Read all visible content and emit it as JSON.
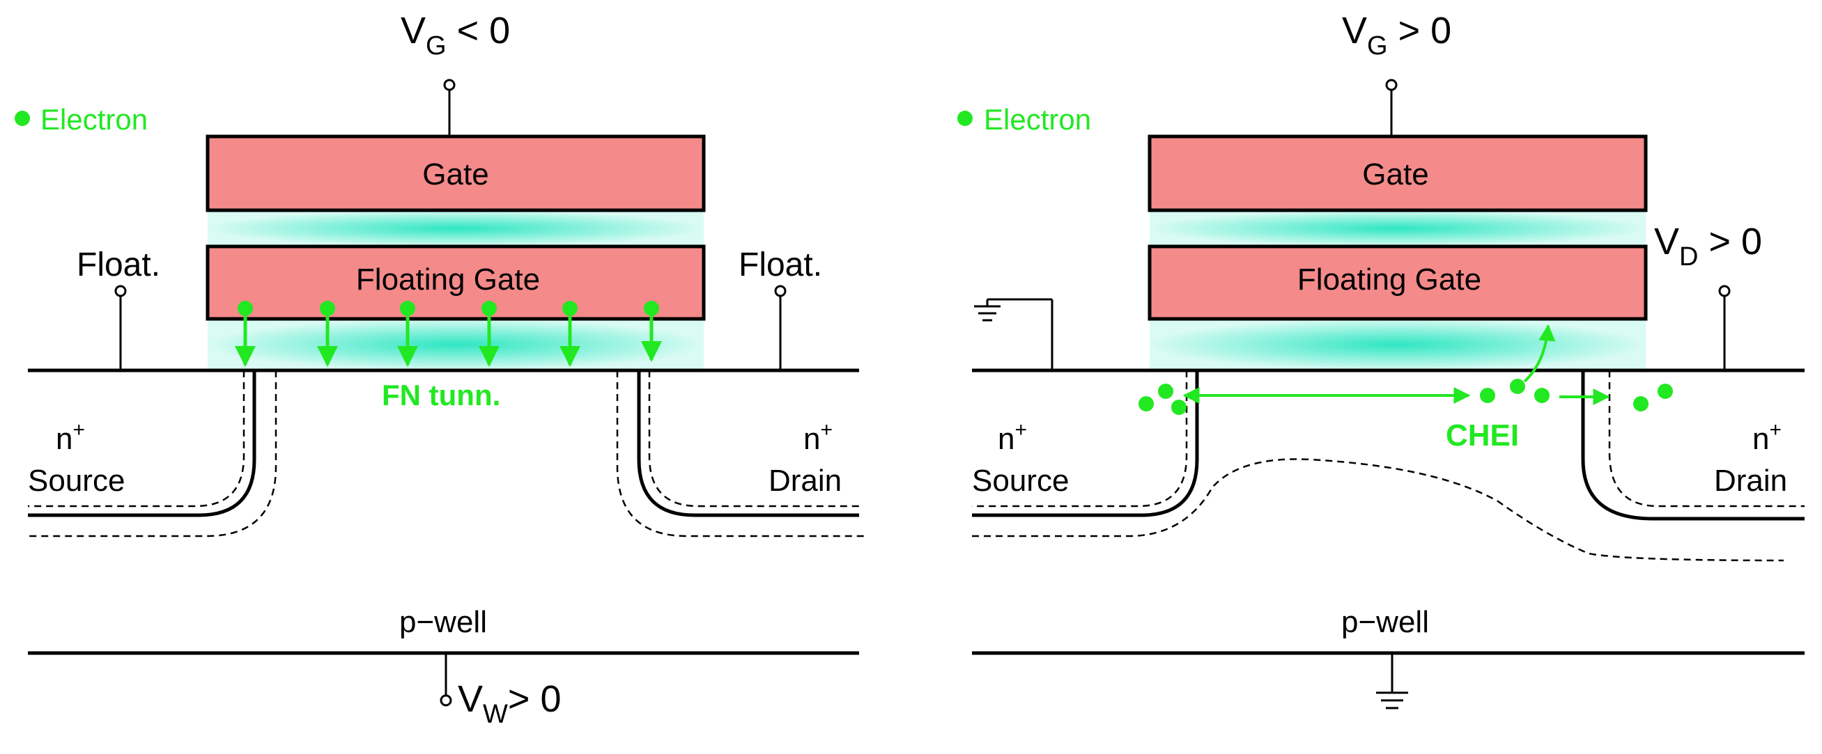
{
  "colors": {
    "electron": "#22e822",
    "gate_fill": "#f48a8a",
    "oxide": "#2fe6c2",
    "line": "#000000"
  },
  "left": {
    "vg_main": "V",
    "vg_sub": "G",
    "vg_rel": " < 0",
    "electron_legend": "Electron",
    "gate_label": "Gate",
    "floating_gate_label": "Floating Gate",
    "float_left": "Float.",
    "float_right": "Float.",
    "tunnel_label": "FN tunn.",
    "source_n": "n",
    "source_sup": "+",
    "source_label": "Source",
    "drain_n": "n",
    "drain_sup": "+",
    "drain_label": "Drain",
    "well_label": "p−well",
    "vw_main": "V",
    "vw_sub": "W",
    "vw_rel": "> 0"
  },
  "right": {
    "vg_main": "V",
    "vg_sub": "G",
    "vg_rel": " > 0",
    "electron_legend": "Electron",
    "gate_label": "Gate",
    "floating_gate_label": "Floating Gate",
    "vd_main": "V",
    "vd_sub": "D",
    "vd_rel": " > 0",
    "chei_label": "CHEI",
    "source_n": "n",
    "source_sup": "+",
    "source_label": "Source",
    "drain_n": "n",
    "drain_sup": "+",
    "drain_label": "Drain",
    "well_label": "p−well"
  }
}
